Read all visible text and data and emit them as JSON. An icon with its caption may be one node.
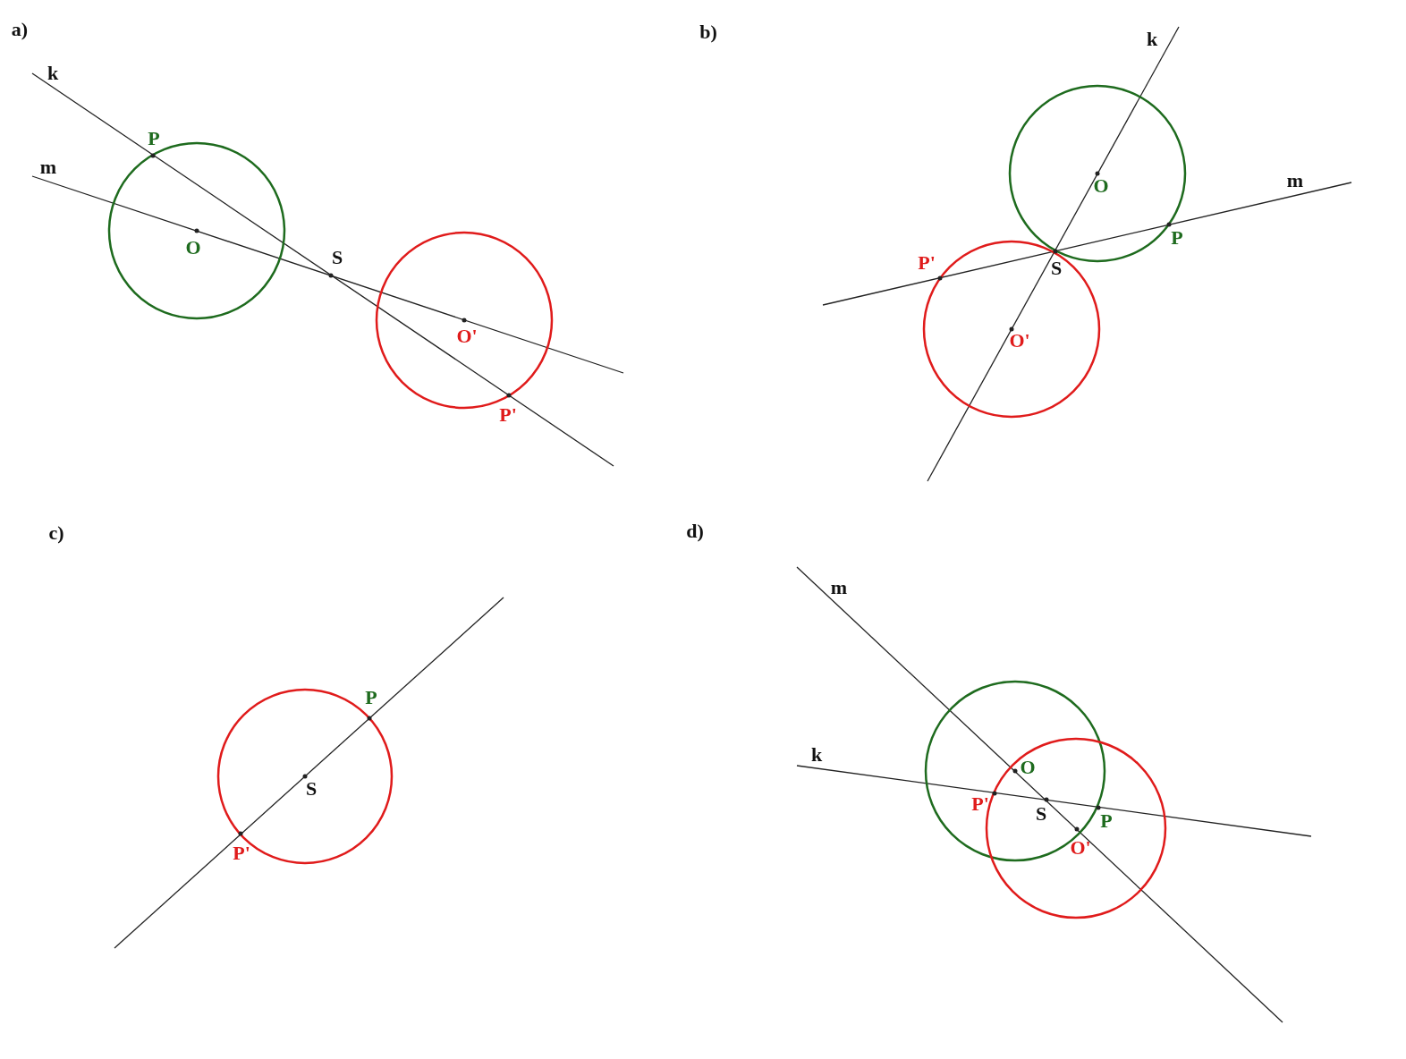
{
  "diagram": {
    "labels": [
      "a)",
      "k",
      "P",
      "m",
      "O",
      "S",
      "O'",
      "P'",
      "b)",
      "k",
      "O",
      "m",
      "P",
      "P'",
      "S",
      "O'",
      "c)",
      "P",
      "S",
      "P'",
      "d)",
      "m",
      "k",
      "O",
      "P'",
      "S",
      "P",
      "O'"
    ]
  }
}
